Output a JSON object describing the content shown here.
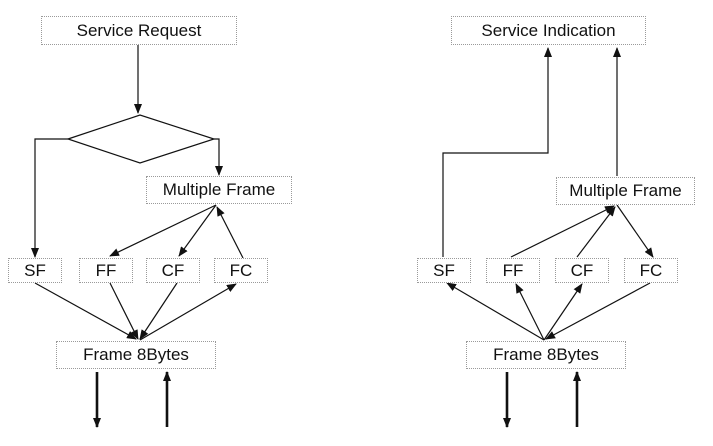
{
  "left": {
    "top_label": "Service Request",
    "multi_label": "Multiple Frame",
    "sf_label": "SF",
    "ff_label": "FF",
    "cf_label": "CF",
    "fc_label": "FC",
    "frame_label": "Frame 8Bytes"
  },
  "right": {
    "top_label": "Service Indication",
    "multi_label": "Multiple Frame",
    "sf_label": "SF",
    "ff_label": "FF",
    "cf_label": "CF",
    "fc_label": "FC",
    "frame_label": "Frame 8Bytes"
  },
  "colors": {
    "line": "#111111",
    "box_border": "#9a9a9a"
  }
}
